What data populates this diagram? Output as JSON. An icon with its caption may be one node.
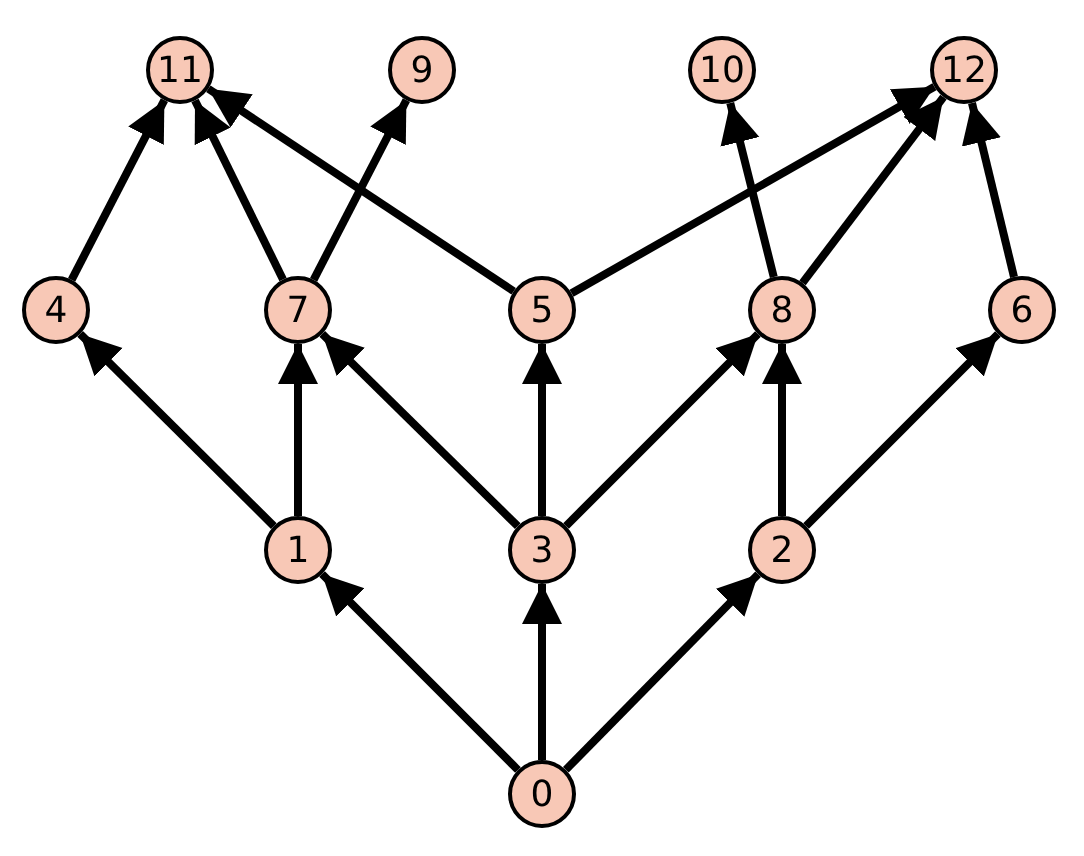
{
  "diagram": {
    "nodes": [
      {
        "text": [
          "11"
        ]
      },
      {
        "text": [
          "9"
        ]
      },
      {
        "text": [
          "10"
        ]
      },
      {
        "text": [
          "12"
        ]
      },
      {
        "text": [
          "4"
        ]
      },
      {
        "text": [
          "7"
        ]
      },
      {
        "text": [
          "5"
        ]
      },
      {
        "text": [
          "8"
        ]
      },
      {
        "text": [
          "6"
        ]
      },
      {
        "text": [
          "1"
        ]
      },
      {
        "text": [
          "3"
        ]
      },
      {
        "text": [
          "2"
        ]
      },
      {
        "text": [
          "0"
        ]
      }
    ],
    "edges": [
      {
        "from": 12,
        "to": 9,
        "arrow": "to"
      },
      {
        "from": 12,
        "to": 10,
        "arrow": "to"
      },
      {
        "from": 12,
        "to": 11,
        "arrow": "to"
      },
      {
        "from": 9,
        "to": 4,
        "arrow": "to"
      },
      {
        "from": 9,
        "to": 5,
        "arrow": "to"
      },
      {
        "from": 10,
        "to": 5,
        "arrow": "to"
      },
      {
        "from": 10,
        "to": 6,
        "arrow": "to"
      },
      {
        "from": 10,
        "to": 7,
        "arrow": "to"
      },
      {
        "from": 11,
        "to": 7,
        "arrow": "to"
      },
      {
        "from": 11,
        "to": 8,
        "arrow": "to"
      },
      {
        "from": 4,
        "to": 0,
        "arrow": "to"
      },
      {
        "from": 5,
        "to": 0,
        "arrow": "to"
      },
      {
        "from": 5,
        "to": 1,
        "arrow": "to"
      },
      {
        "from": 6,
        "to": 0,
        "arrow": "to"
      },
      {
        "from": 6,
        "to": 3,
        "arrow": "to"
      },
      {
        "from": 7,
        "to": 2,
        "arrow": "to"
      },
      {
        "from": 7,
        "to": 3,
        "arrow": "to"
      },
      {
        "from": 8,
        "to": 3,
        "arrow": "to"
      }
    ]
  }
}
